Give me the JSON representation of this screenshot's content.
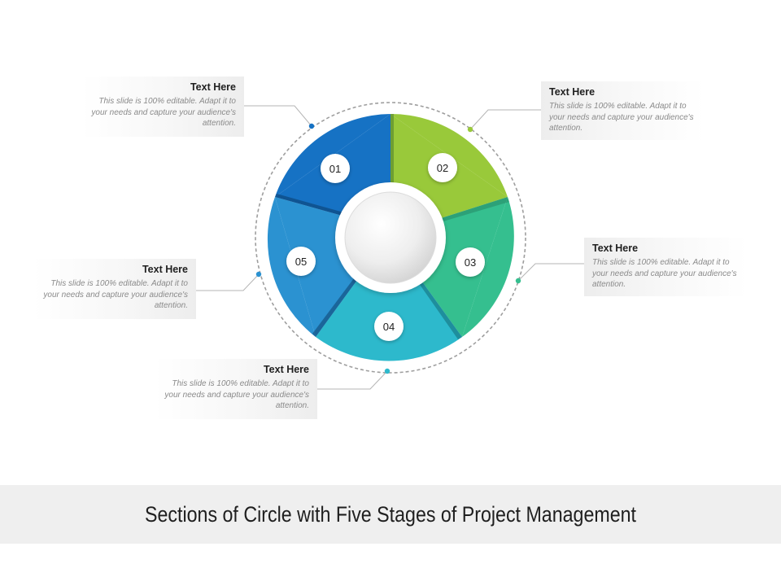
{
  "title": "Sections of Circle with Five Stages of Project Management",
  "colors": {
    "segment_01": "#1672c4",
    "segment_02": "#99c93a",
    "segment_03": "#35bf8f",
    "segment_04": "#2db9cc",
    "segment_05": "#2b92d1",
    "dashed_ring": "#9e9e9e",
    "connector": "#b5b5b5"
  },
  "segments": [
    {
      "number": "01",
      "color": "#1672c4"
    },
    {
      "number": "02",
      "color": "#99c93a"
    },
    {
      "number": "03",
      "color": "#35bf8f"
    },
    {
      "number": "04",
      "color": "#2db9cc"
    },
    {
      "number": "05",
      "color": "#2b92d1"
    }
  ],
  "callouts": [
    {
      "segment": "01",
      "title": "Text Here",
      "body": "This slide is 100% editable. Adapt it to your needs and capture your audience's attention."
    },
    {
      "segment": "02",
      "title": "Text Here",
      "body": "This slide is 100% editable. Adapt it to your needs and capture your audience's attention."
    },
    {
      "segment": "03",
      "title": "Text Here",
      "body": "This slide is 100% editable. Adapt it to your needs and capture your audience's attention."
    },
    {
      "segment": "04",
      "title": "Text Here",
      "body": "This slide is 100% editable. Adapt it to your needs and capture your audience's attention."
    },
    {
      "segment": "05",
      "title": "Text Here",
      "body": "This slide is 100% editable. Adapt it to your needs and capture your audience's attention."
    }
  ]
}
